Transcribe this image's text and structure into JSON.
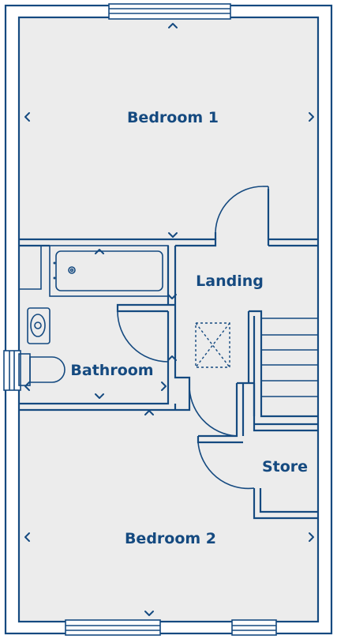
{
  "rooms": {
    "bedroom1": "Bedroom 1",
    "landing": "Landing",
    "bathroom": "Bathroom",
    "store": "Store",
    "bedroom2": "Bedroom 2"
  },
  "colors": {
    "line": "#154a80",
    "floor": "#ececec",
    "background": "#ffffff"
  }
}
